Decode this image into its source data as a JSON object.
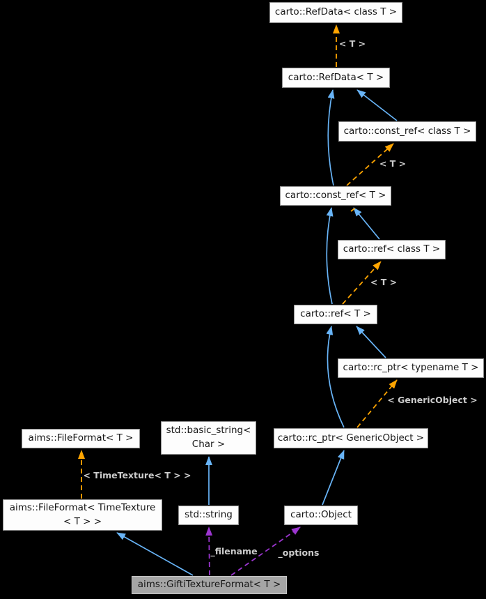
{
  "nodes": {
    "refdata_class": {
      "label": "carto::RefData< class T >"
    },
    "refdata_t": {
      "label": "carto::RefData< T >"
    },
    "const_ref_class": {
      "label": "carto::const_ref< class T >"
    },
    "const_ref_t": {
      "label": "carto::const_ref< T >"
    },
    "ref_class": {
      "label": "carto::ref< class T >"
    },
    "ref_t": {
      "label": "carto::ref< T >"
    },
    "rc_ptr_typename": {
      "label": "carto::rc_ptr< typename T >"
    },
    "rc_ptr_generic": {
      "label": "carto::rc_ptr< GenericObject >"
    },
    "fileformat_t": {
      "label": "aims::FileFormat< T >"
    },
    "basic_string": {
      "label": "std::basic_string<\nChar >"
    },
    "fileformat_tt": {
      "label": "aims::FileFormat< TimeTexture\n< T > >"
    },
    "std_string": {
      "label": "std::string"
    },
    "object": {
      "label": "carto::Object"
    },
    "gifti": {
      "label": "aims::GiftiTextureFormat< T >"
    }
  },
  "edge_labels": {
    "t_refdata": "< T >",
    "t_const_ref": "< T >",
    "t_ref": "< T >",
    "genericobject": "< GenericObject >",
    "timetexture": "< TimeTexture< T > >",
    "filename": "_filename",
    "options": "_options"
  },
  "edges": [
    {
      "from": "carto::RefData< T >",
      "to": "carto::RefData< class T >",
      "type": "template-instance",
      "label": "< T >"
    },
    {
      "from": "carto::const_ref< class T >",
      "to": "carto::RefData< T >",
      "type": "inheritance"
    },
    {
      "from": "carto::const_ref< T >",
      "to": "carto::RefData< T >",
      "type": "inheritance"
    },
    {
      "from": "carto::const_ref< T >",
      "to": "carto::const_ref< class T >",
      "type": "template-instance",
      "label": "< T >"
    },
    {
      "from": "carto::ref< class T >",
      "to": "carto::const_ref< T >",
      "type": "inheritance"
    },
    {
      "from": "carto::ref< T >",
      "to": "carto::const_ref< T >",
      "type": "inheritance"
    },
    {
      "from": "carto::ref< T >",
      "to": "carto::ref< class T >",
      "type": "template-instance",
      "label": "< T >"
    },
    {
      "from": "carto::rc_ptr< typename T >",
      "to": "carto::ref< T >",
      "type": "inheritance"
    },
    {
      "from": "carto::rc_ptr< GenericObject >",
      "to": "carto::ref< T >",
      "type": "inheritance"
    },
    {
      "from": "carto::rc_ptr< GenericObject >",
      "to": "carto::rc_ptr< typename T >",
      "type": "template-instance",
      "label": "< GenericObject >"
    },
    {
      "from": "carto::Object",
      "to": "carto::rc_ptr< GenericObject >",
      "type": "inheritance"
    },
    {
      "from": "std::string",
      "to": "std::basic_string< Char >",
      "type": "inheritance"
    },
    {
      "from": "aims::FileFormat< TimeTexture < T > >",
      "to": "aims::FileFormat< T >",
      "type": "template-instance",
      "label": "< TimeTexture< T > >"
    },
    {
      "from": "aims::GiftiTextureFormat< T >",
      "to": "aims::FileFormat< TimeTexture < T > >",
      "type": "inheritance"
    },
    {
      "from": "aims::GiftiTextureFormat< T >",
      "to": "std::string",
      "type": "usage",
      "label": "_filename"
    },
    {
      "from": "aims::GiftiTextureFormat< T >",
      "to": "carto::Object",
      "type": "usage",
      "label": "_options"
    }
  ],
  "colors": {
    "background": "#000000",
    "inheritance_edge": "#68b4f7",
    "template_edge": "#ffa500",
    "usage_edge": "#9c35d0",
    "edge_label_text": "#cccccc",
    "node_fill": "#fdfdfd",
    "node_border": "#8f8f8f",
    "main_node_fill": "#a5a5a5",
    "main_node_border": "#c5c5c5"
  }
}
